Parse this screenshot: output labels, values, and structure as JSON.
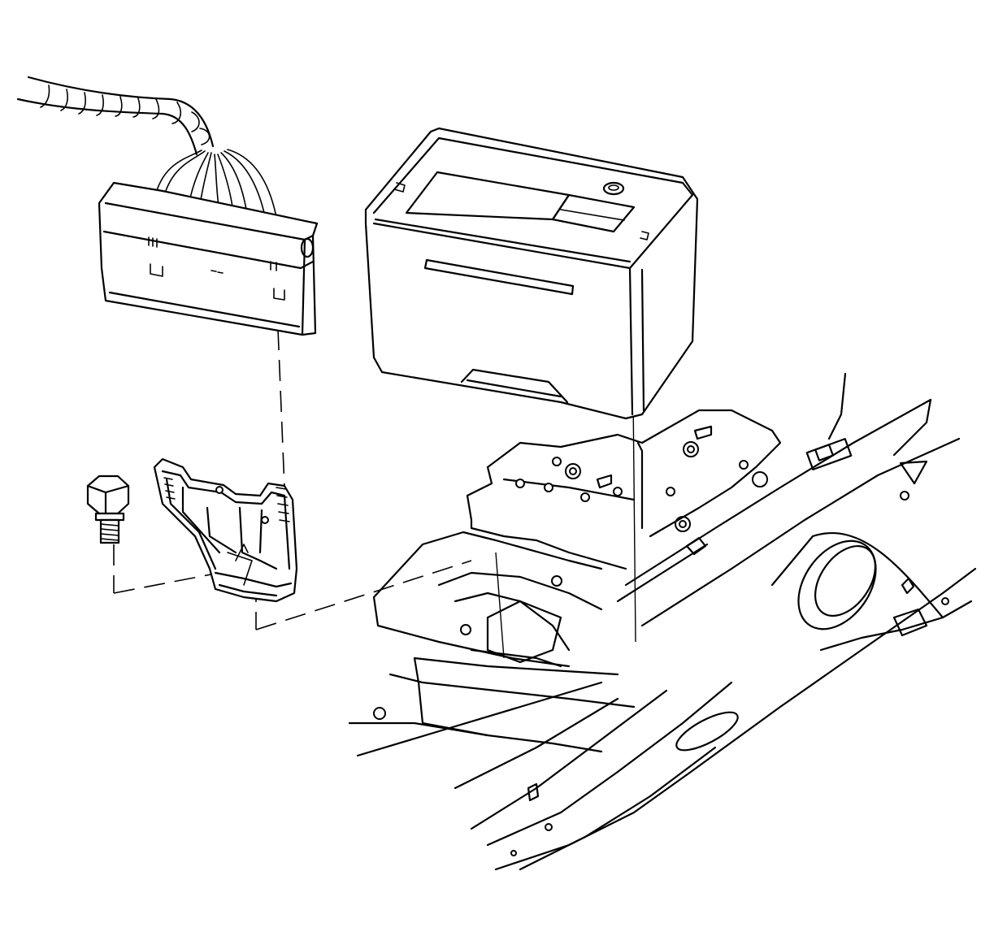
{
  "diagram": {
    "style": "black line-art exploded view, white background",
    "colors": {
      "line": "#000000",
      "background": "#ffffff"
    },
    "components": [
      {
        "id": "wiring-harness",
        "icon": "cable-harness-icon"
      },
      {
        "id": "fuse-block",
        "icon": "junction-block-icon"
      },
      {
        "id": "battery",
        "icon": "battery-icon"
      },
      {
        "id": "mounting-bracket",
        "icon": "bracket-icon"
      },
      {
        "id": "bolt",
        "icon": "bolt-icon"
      },
      {
        "id": "battery-tray",
        "icon": "tray-icon"
      },
      {
        "id": "body-frame-rail",
        "icon": "frame-rail-icon"
      },
      {
        "id": "wheelhouse-panel",
        "icon": "wheelhouse-icon"
      }
    ]
  }
}
